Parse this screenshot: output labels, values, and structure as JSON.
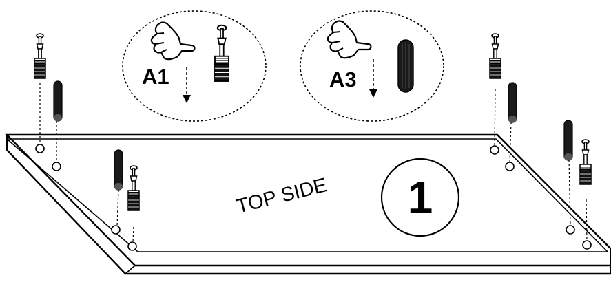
{
  "callouts": [
    {
      "label": "A1",
      "hand_icon": "pointing-hand-icon",
      "part_icon": "cam-lock-screw-icon"
    },
    {
      "label": "A3",
      "hand_icon": "pointing-hand-icon",
      "part_icon": "wooden-dowel-icon"
    }
  ],
  "board": {
    "face_label": "TOP SIDE"
  },
  "step": {
    "number": "1"
  },
  "colors": {
    "line": "#000000",
    "background": "#ffffff"
  }
}
